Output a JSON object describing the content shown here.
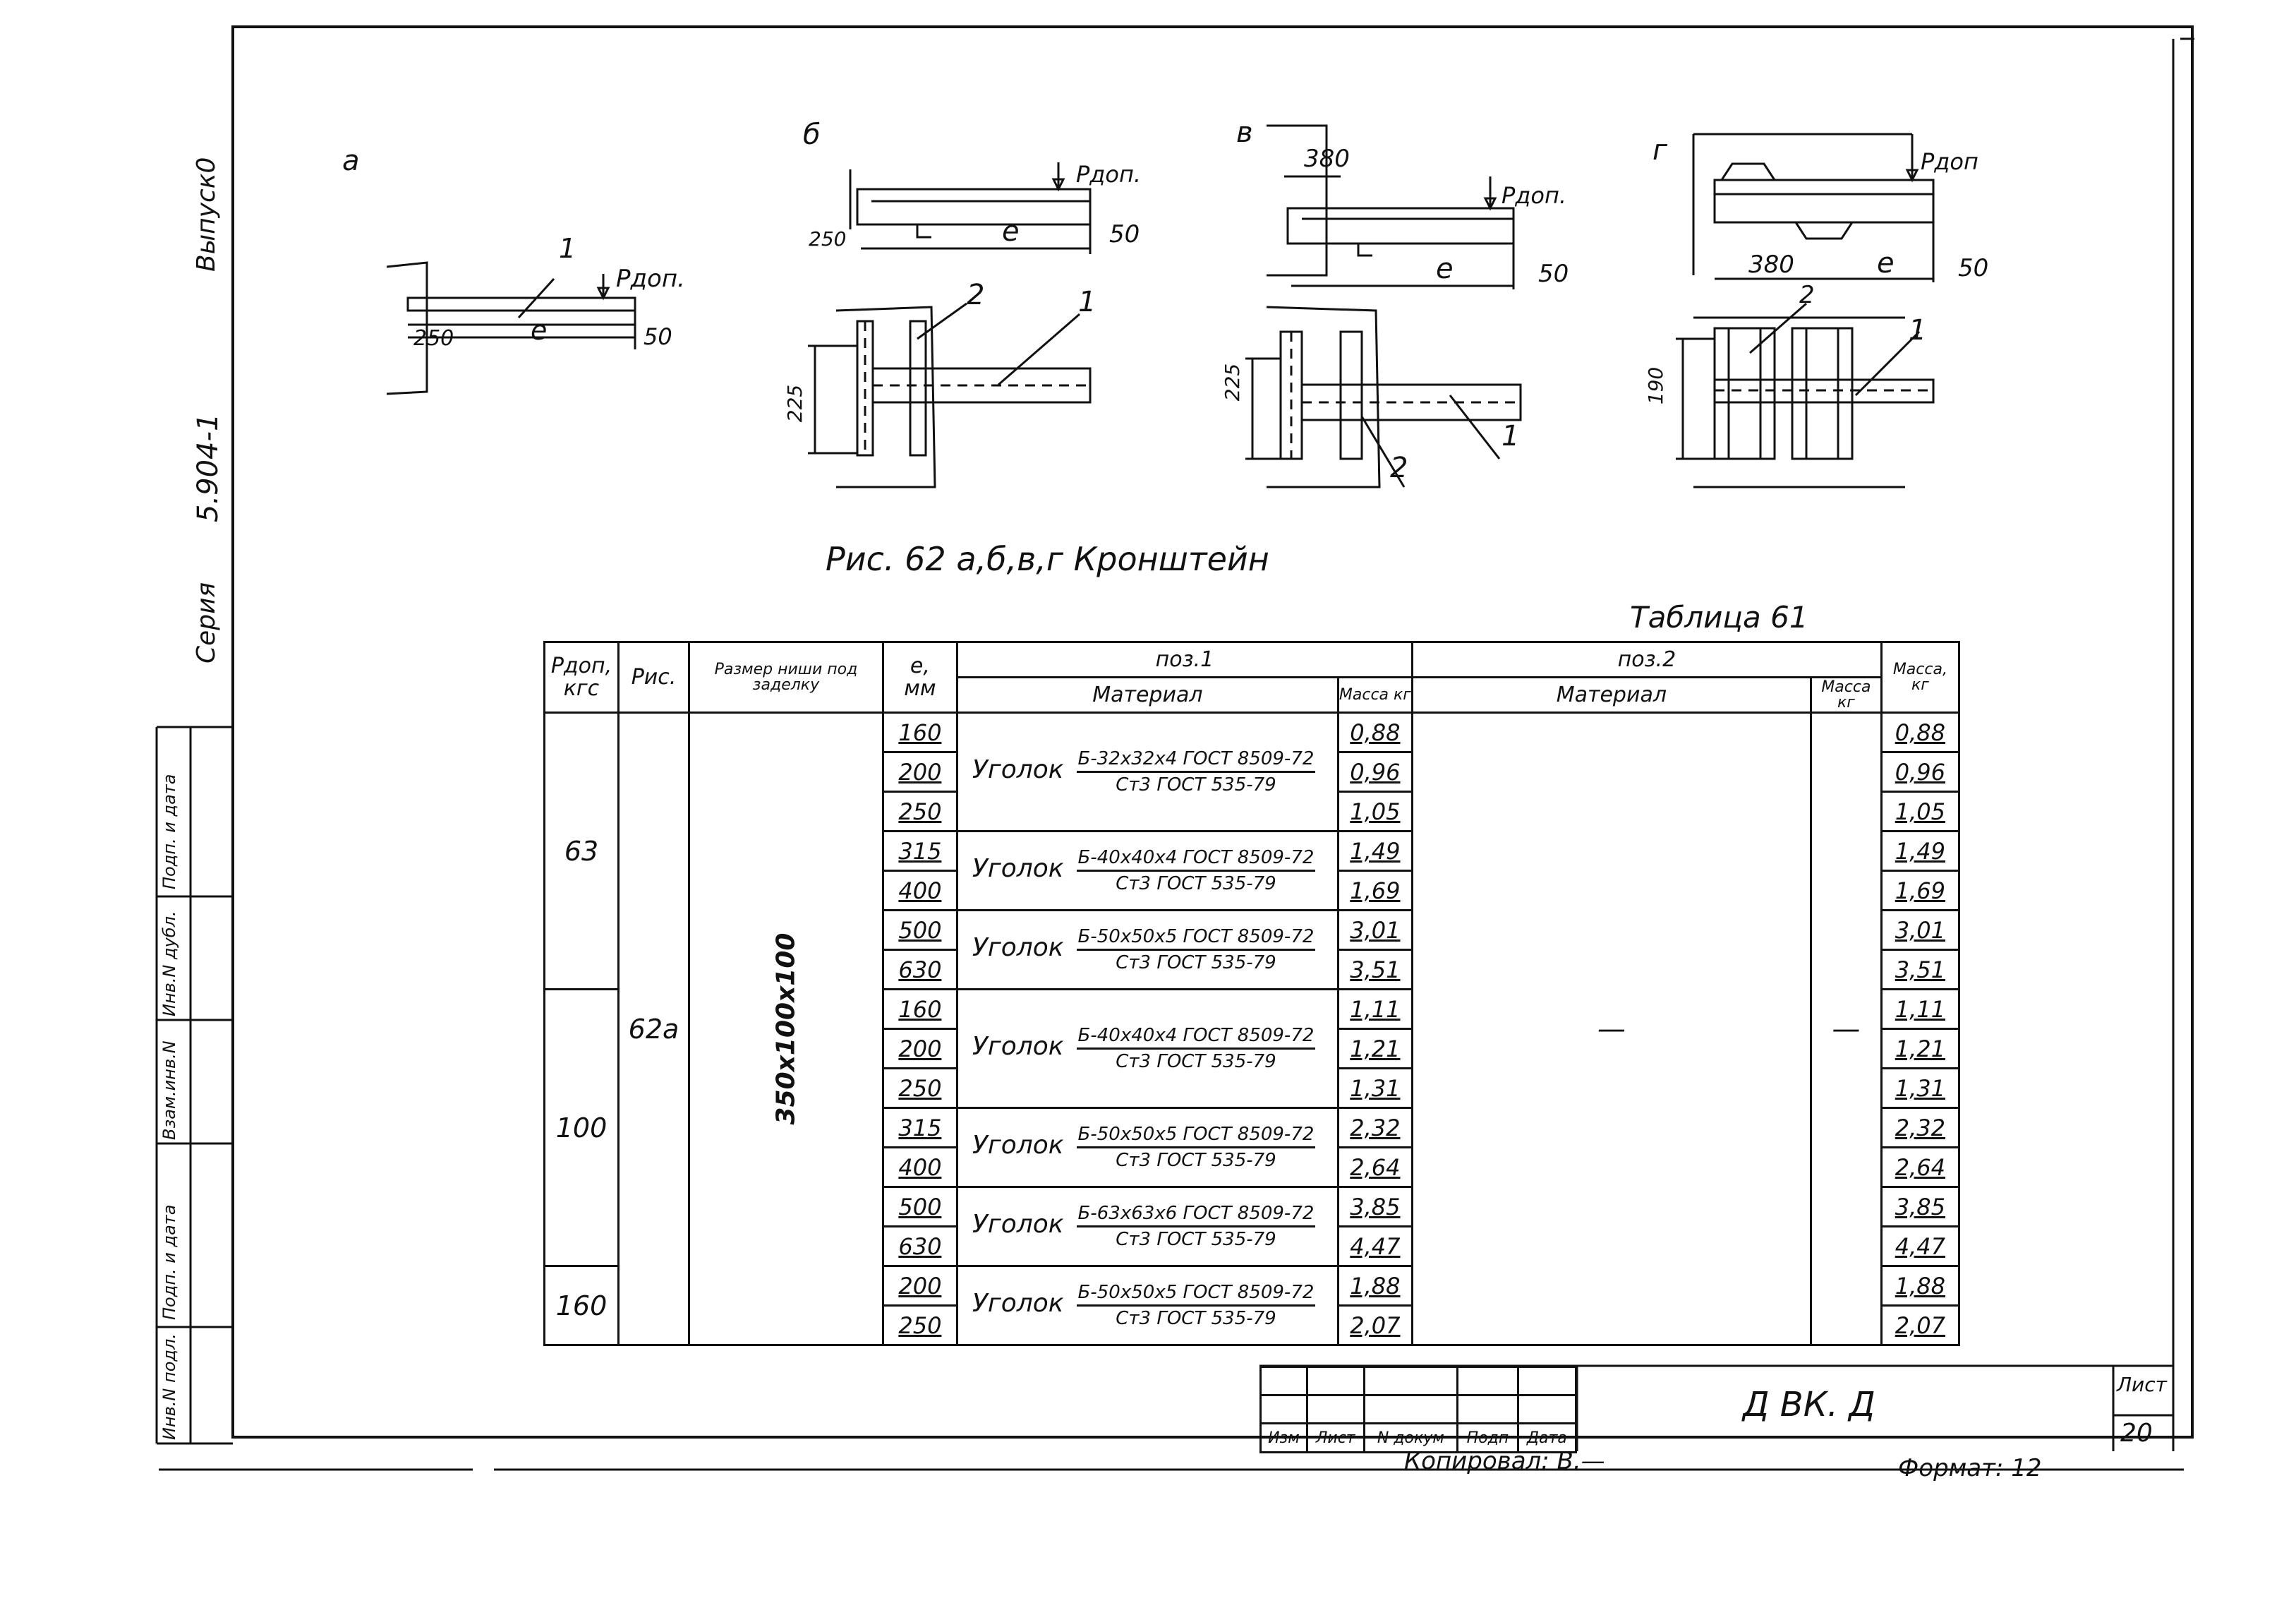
{
  "sidebar": {
    "issue": "Выпуск0",
    "series_number": "5.904-1",
    "series_label": "Серия",
    "stamps": [
      "Подп. и дата",
      "Инв.N дубл.",
      "Взам.инв.N",
      "Подп. и дата",
      "Инв.N подл."
    ]
  },
  "figures": {
    "a": {
      "letter": "а",
      "load": "Рдоп.",
      "dim_left": "250",
      "dim_e": "е",
      "dim_right": "50",
      "pos1": "1"
    },
    "b": {
      "letter": "б",
      "load": "Рдоп.",
      "dim_left": "250",
      "dim_e": "е",
      "dim_right": "50",
      "pos1": "1",
      "pos2": "2",
      "height": "225"
    },
    "v": {
      "letter": "в",
      "load": "Рдоп.",
      "dim_top": "380",
      "dim_e": "е",
      "dim_right": "50",
      "pos1": "1",
      "pos2": "2",
      "height": "225"
    },
    "g": {
      "letter": "г",
      "load": "Рдоп",
      "dim_mid": "380",
      "dim_e": "е",
      "dim_right": "50",
      "pos1": "1",
      "pos2": "2",
      "height": "190"
    },
    "caption": "Рис. 62  а,б,в,г  Кронштейн"
  },
  "table": {
    "title": "Таблица 61",
    "headers": {
      "pdop": "Рдоп,",
      "pdop_unit": "кгс",
      "fig": "Рис.",
      "niche_size": "Размер ниши под заделку",
      "e": "е,",
      "e_unit": "мм",
      "pos1": "поз.1",
      "pos2": "поз.2",
      "material": "Материал",
      "mass": "Масса кг",
      "mass_total": "Масса, кг"
    },
    "fig_value": "62а",
    "niche_value": "350х100х100",
    "pos2_material": "—",
    "pos2_mass": "—",
    "rows": [
      {
        "e": "160",
        "mass": "0,88",
        "total": "0,88"
      },
      {
        "e": "200",
        "mass": "0,96",
        "total": "0,96"
      },
      {
        "e": "250",
        "mass": "1,05",
        "total": "1,05"
      },
      {
        "e": "315",
        "mass": "1,49",
        "total": "1,49"
      },
      {
        "e": "400",
        "mass": "1,69",
        "total": "1,69"
      },
      {
        "e": "500",
        "mass": "3,01",
        "total": "3,01"
      },
      {
        "e": "630",
        "mass": "3,51",
        "total": "3,51"
      },
      {
        "e": "160",
        "mass": "1,11",
        "total": "1,11"
      },
      {
        "e": "200",
        "mass": "1,21",
        "total": "1,21"
      },
      {
        "e": "250",
        "mass": "1,31",
        "total": "1,31"
      },
      {
        "e": "315",
        "mass": "2,32",
        "total": "2,32"
      },
      {
        "e": "400",
        "mass": "2,64",
        "total": "2,64"
      },
      {
        "e": "500",
        "mass": "3,85",
        "total": "3,85"
      },
      {
        "e": "630",
        "mass": "4,47",
        "total": "4,47"
      },
      {
        "e": "200",
        "mass": "1,88",
        "total": "1,88"
      },
      {
        "e": "250",
        "mass": "2,07",
        "total": "2,07"
      }
    ],
    "pdop_groups": [
      "63",
      "100",
      "160"
    ],
    "materials": [
      {
        "name": "Уголок",
        "top": "Б-32х32х4 ГОСТ 8509-72",
        "bottom": "Ст3 ГОСТ 535-79"
      },
      {
        "name": "Уголок",
        "top": "Б-40х40х4 ГОСТ 8509-72",
        "bottom": "Ст3 ГОСТ 535-79"
      },
      {
        "name": "Уголок",
        "top": "Б-50х50х5 ГОСТ 8509-72",
        "bottom": "Ст3 ГОСТ 535-79"
      },
      {
        "name": "Уголок",
        "top": "Б-40х40х4 ГОСТ 8509-72",
        "bottom": "Ст3 ГОСТ 535-79"
      },
      {
        "name": "Уголок",
        "top": "Б-50х50х5 ГОСТ 8509-72",
        "bottom": "Ст3 ГОСТ 535-79"
      },
      {
        "name": "Уголок",
        "top": "Б-63х63х6 ГОСТ 8509-72",
        "bottom": "Ст3 ГОСТ 535-79"
      },
      {
        "name": "Уголок",
        "top": "Б-50х50х5 ГОСТ 8509-72",
        "bottom": "Ст3 ГОСТ 535-79"
      }
    ]
  },
  "titleblock": {
    "cols": [
      "Изм",
      "Лист",
      "N докум",
      "Подп",
      "Дата"
    ],
    "code": "Д ВК. Д",
    "sheet_label": "Лист",
    "sheet": "20",
    "copied": "Копировал: В.—",
    "format": "Формат: 12"
  }
}
